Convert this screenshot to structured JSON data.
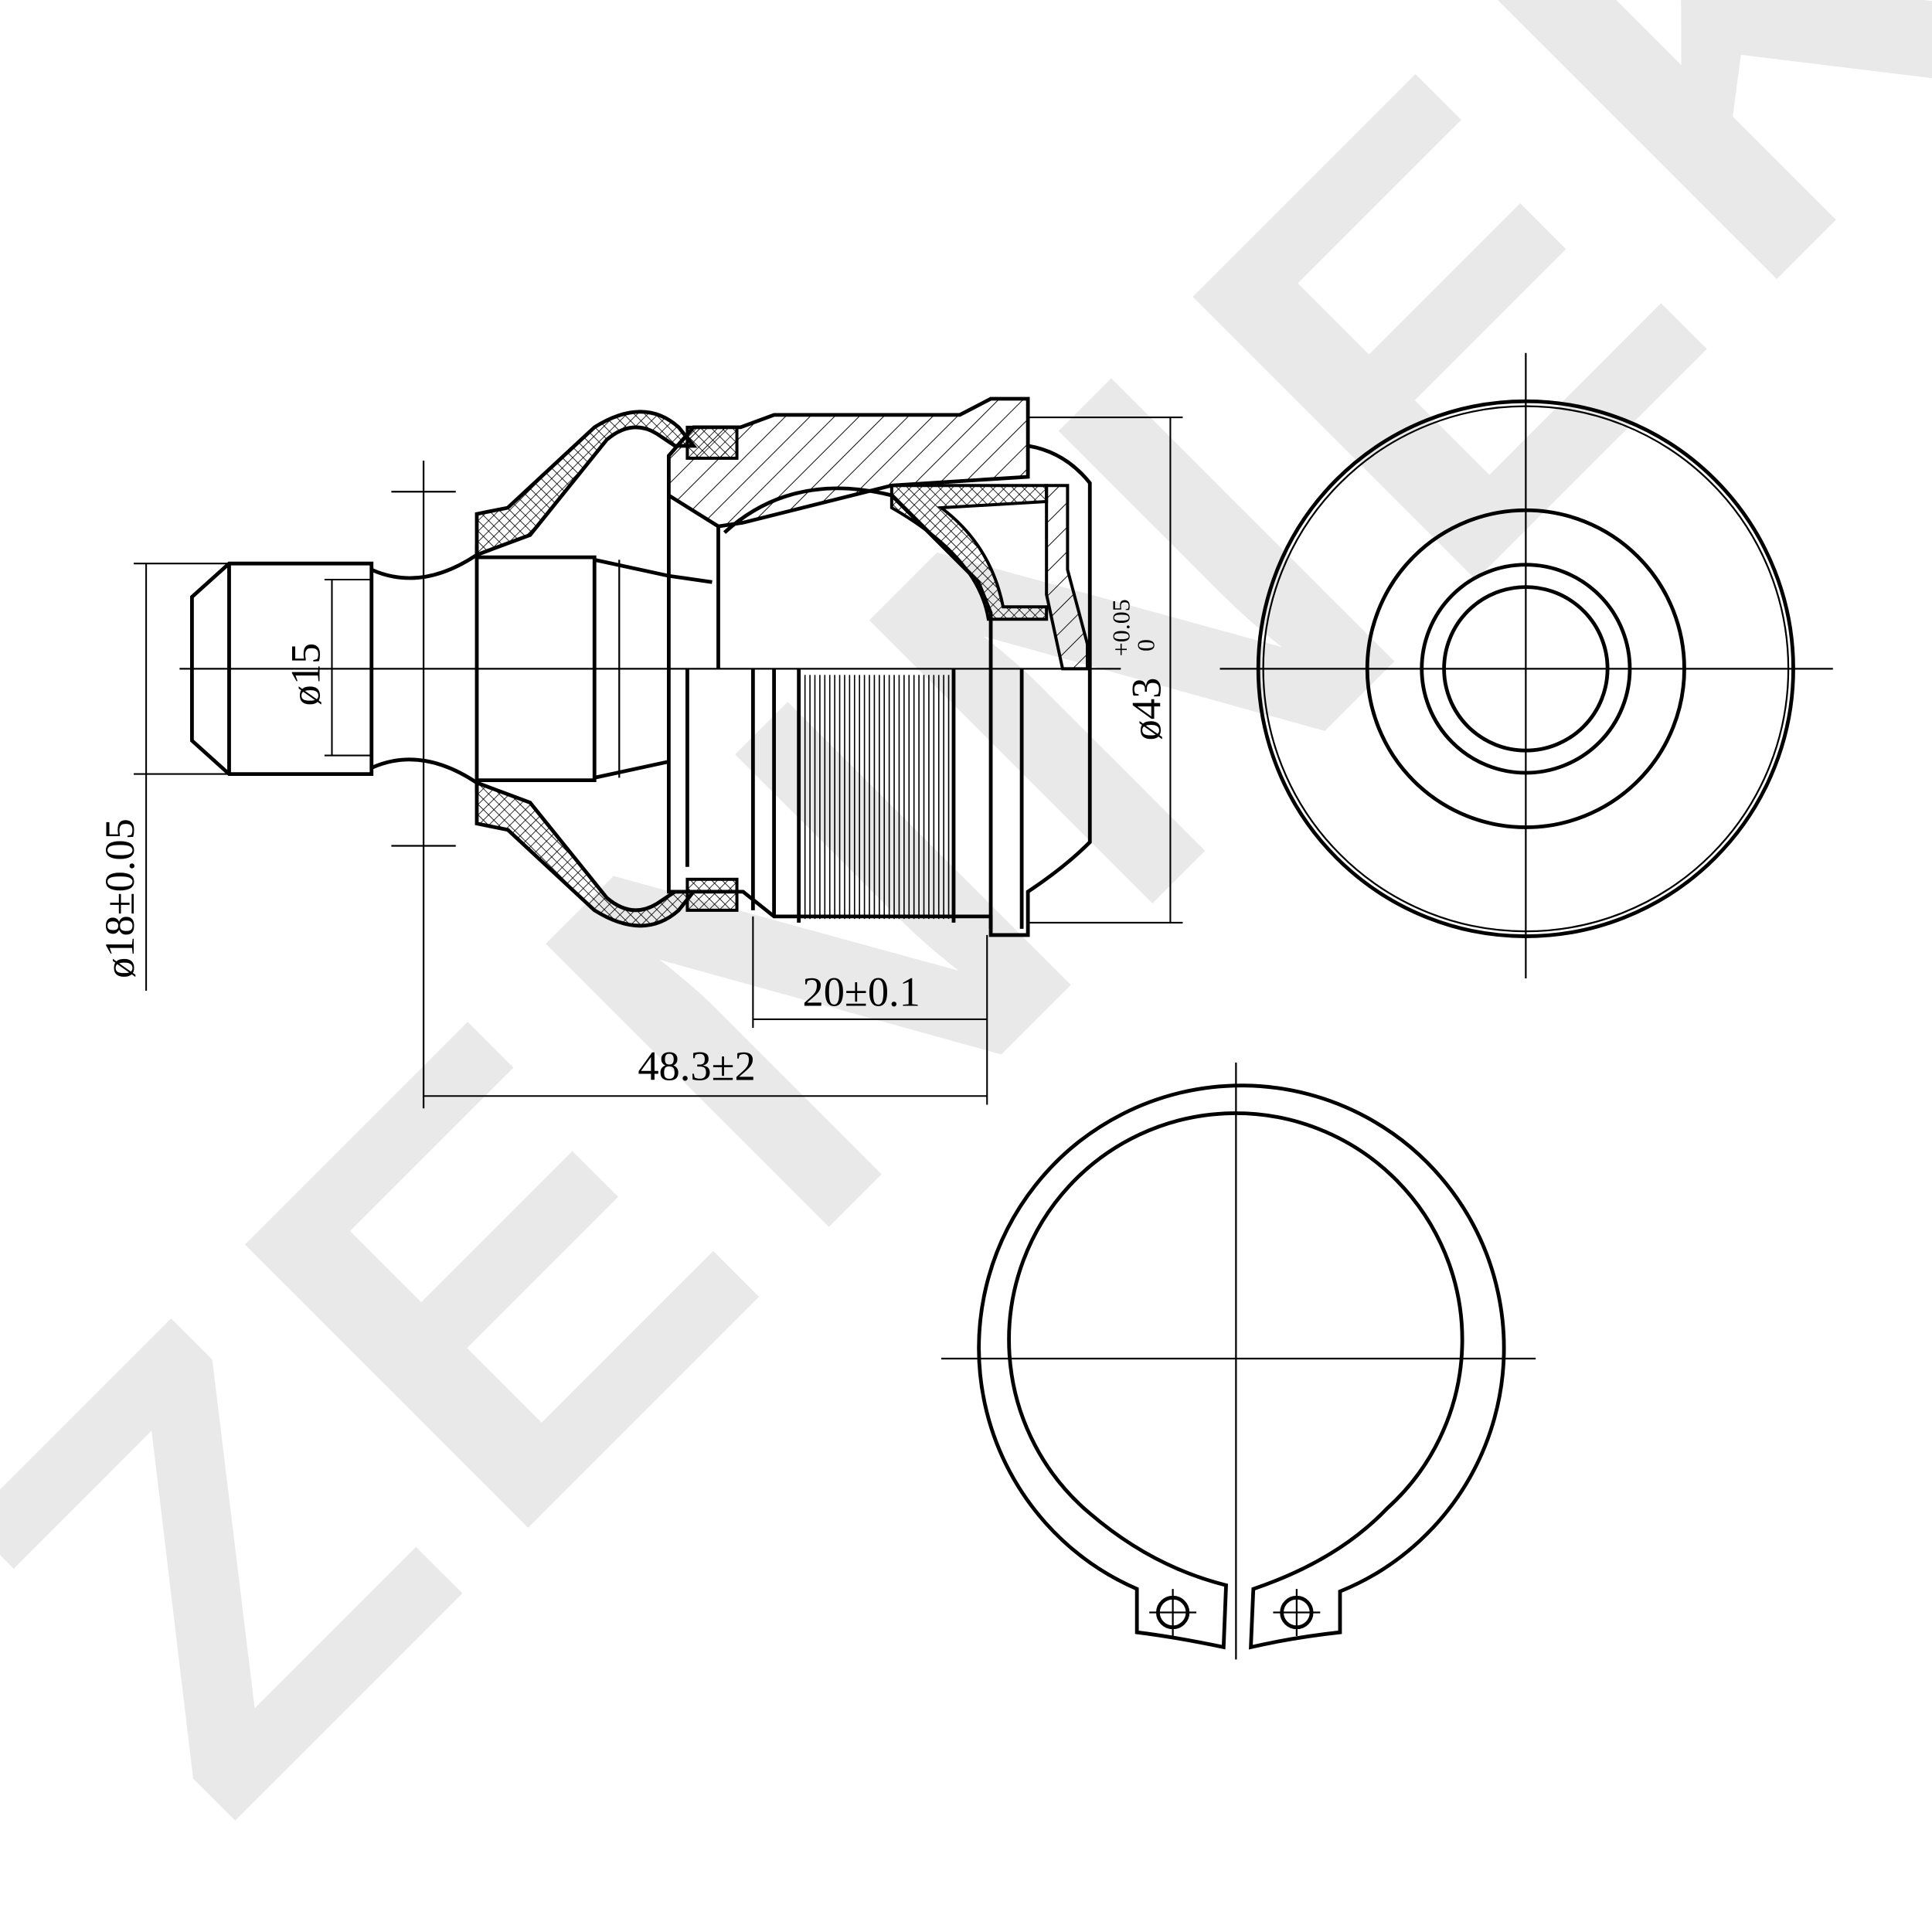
{
  "watermark": "ZENNEK",
  "dimensions": {
    "stud_diameter": "ø18±0.05",
    "neck_diameter": "ø15",
    "housing_diameter": "ø43",
    "housing_tol_upper": "+0.05",
    "housing_tol_lower": "0",
    "knurl_length": "20±0.1",
    "overall_length": "48.3±2"
  },
  "colors": {
    "line": "#000000",
    "watermark": "#e9e9e9",
    "background": "#ffffff"
  }
}
